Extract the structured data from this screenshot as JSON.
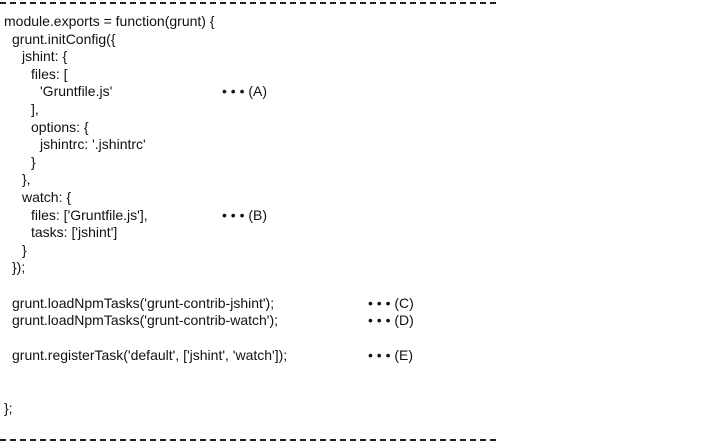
{
  "lines": [
    {
      "code": "module.exports = function(grunt) {"
    },
    {
      "code": "grunt.initConfig({"
    },
    {
      "code": "jshint: {"
    },
    {
      "code": "files: ["
    },
    {
      "code": "'Gruntfile.js'",
      "note": "• • • (A)"
    },
    {
      "code": "],"
    },
    {
      "code": "options: {"
    },
    {
      "code": "jshintrc: '.jshintrc'"
    },
    {
      "code": "}"
    },
    {
      "code": "},"
    },
    {
      "code": "watch: {"
    },
    {
      "code": "files: ['Gruntfile.js'],",
      "note": "• • • (B)"
    },
    {
      "code": "tasks: ['jshint']"
    },
    {
      "code": "}"
    },
    {
      "code": "});"
    },
    {
      "code": ""
    },
    {
      "code": "grunt.loadNpmTasks('grunt-contrib-jshint');",
      "note": "• • • (C)"
    },
    {
      "code": "grunt.loadNpmTasks('grunt-contrib-watch');",
      "note": "• • • (D)"
    },
    {
      "code": ""
    },
    {
      "code": "grunt.registerTask('default', ['jshint', 'watch']);",
      "note": "• • • (E)"
    },
    {
      "code": ""
    },
    {
      "code": ""
    },
    {
      "code": "};"
    }
  ]
}
